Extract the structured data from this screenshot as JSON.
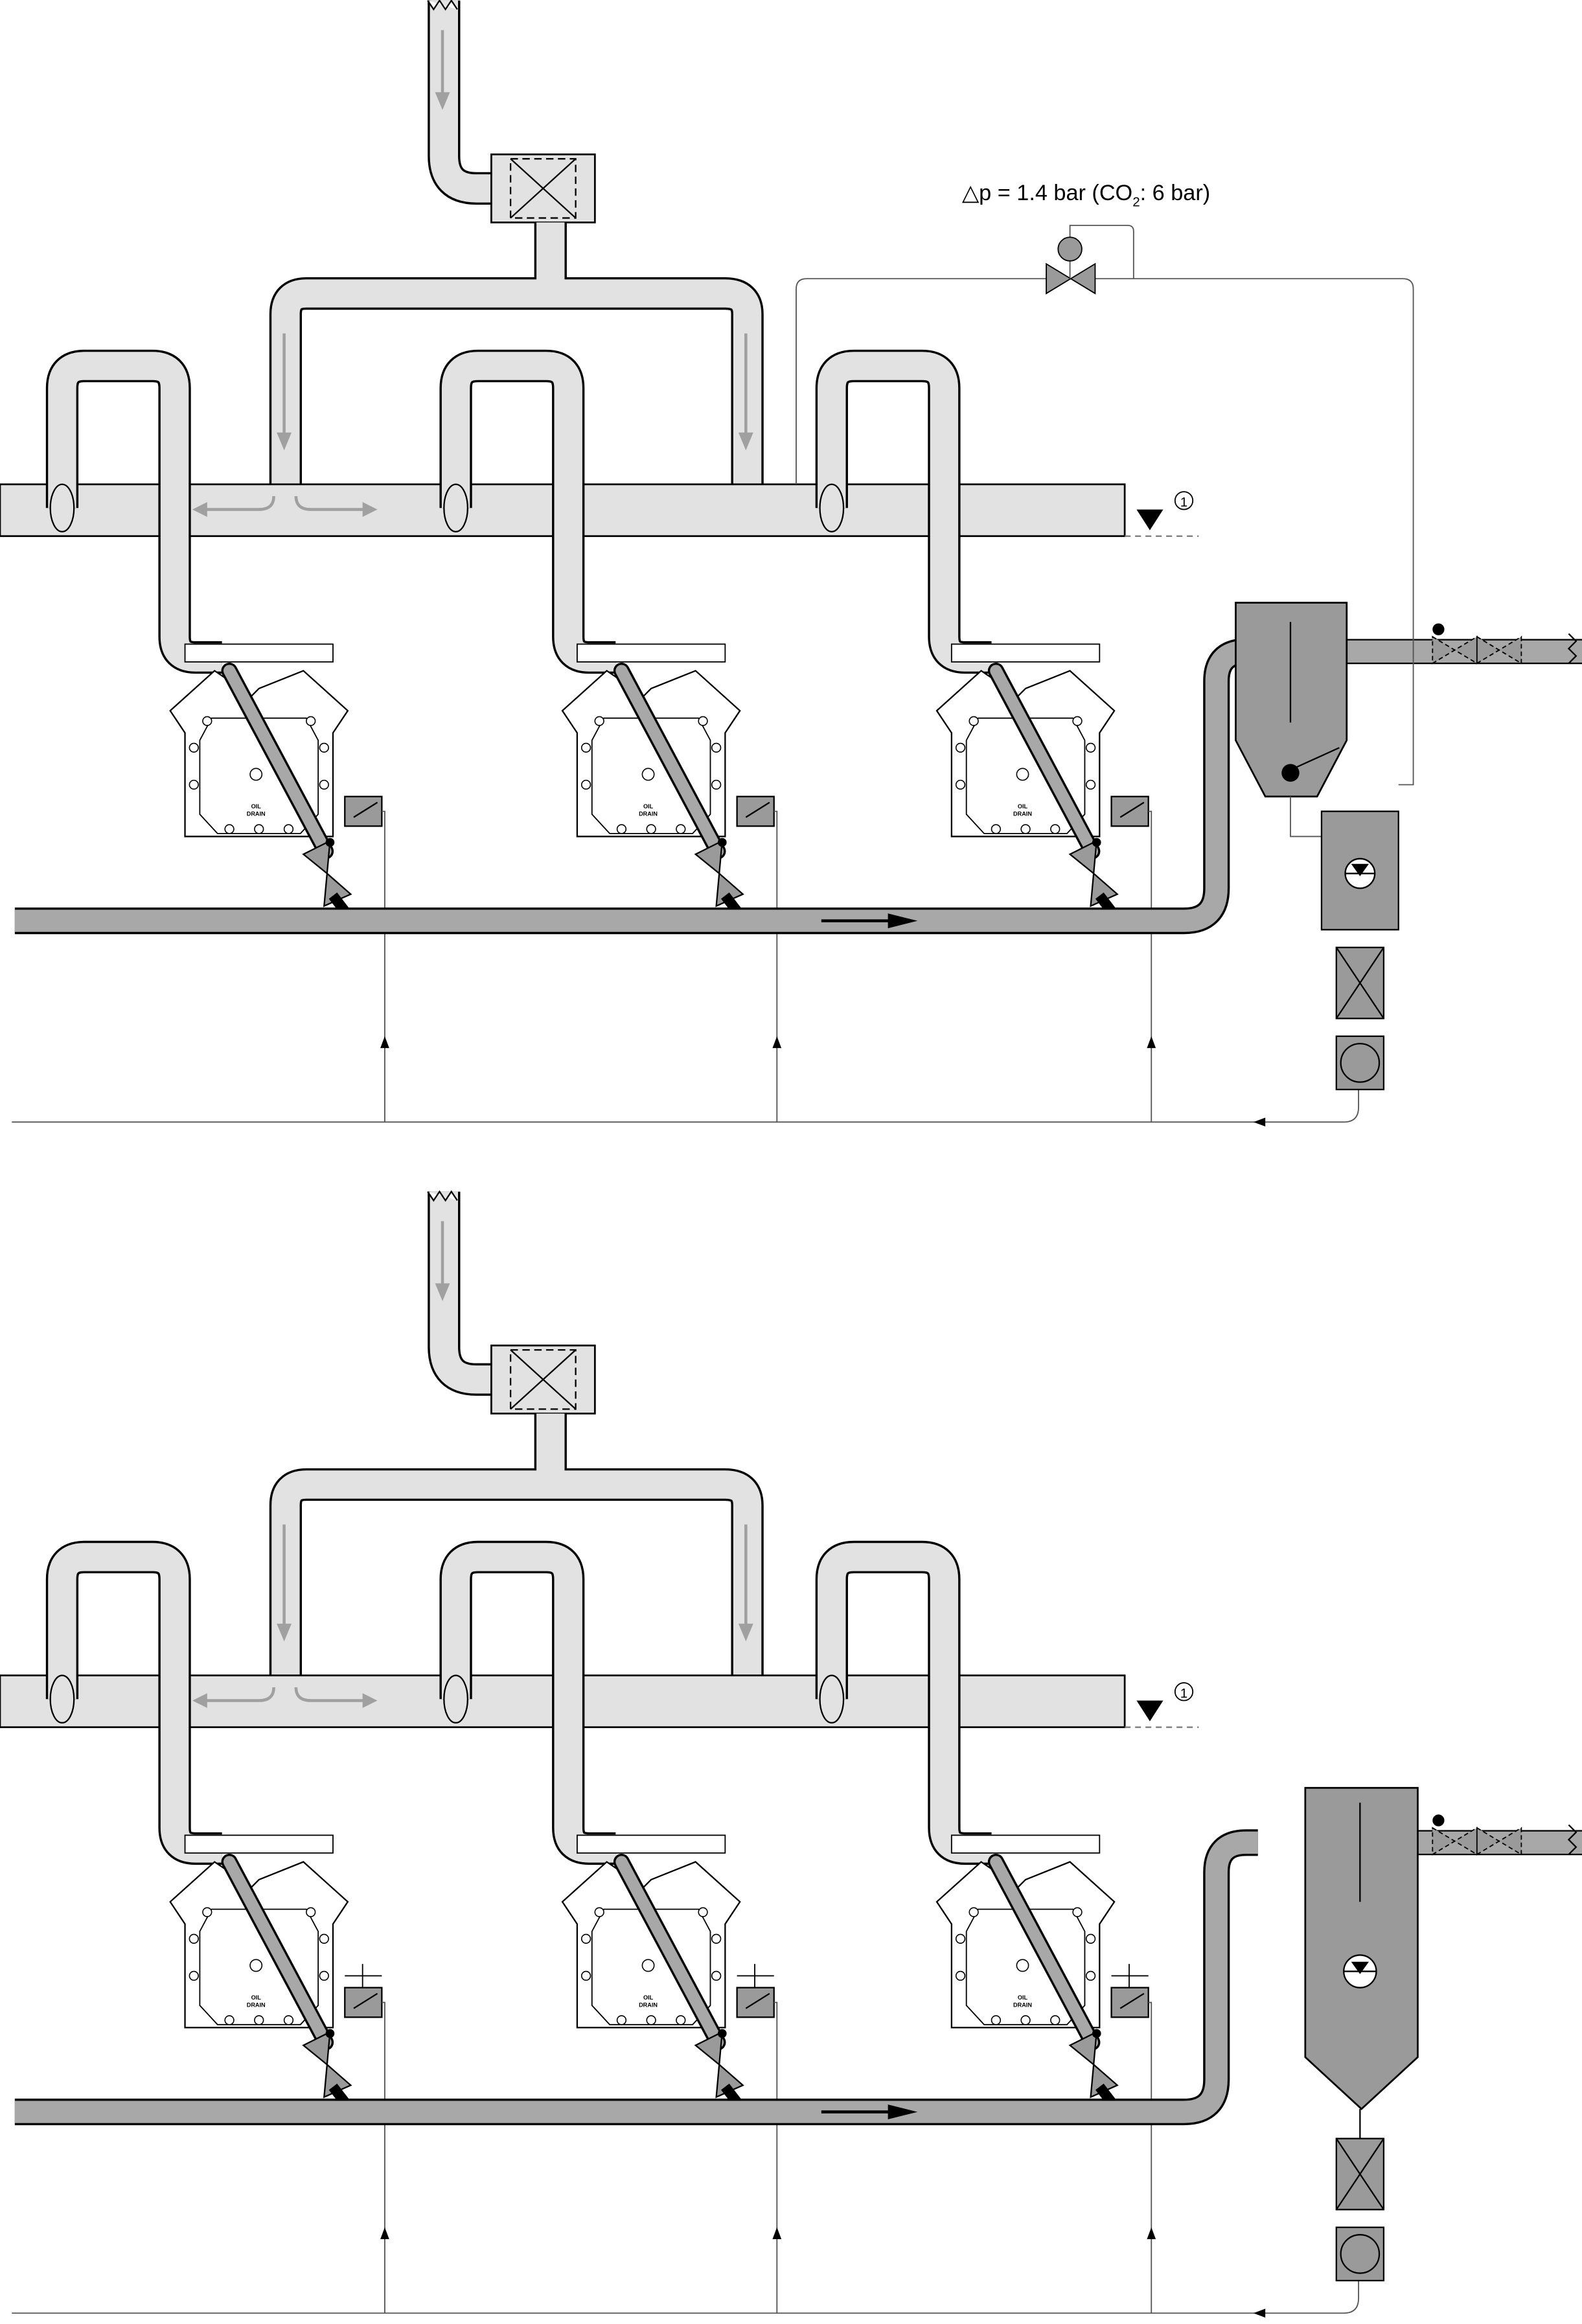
{
  "diagram": {
    "pressure_label": {
      "prefix": "△p = 1.4 bar (CO",
      "sub": "2",
      "suffix": ": 6 bar)"
    },
    "level_marker": "1",
    "compressor_label": {
      "line1": "OIL",
      "line2": "DRAIN"
    },
    "colors": {
      "light_pipe": "#e2e2e2",
      "dark_pipe": "#a8a8a8",
      "component": "#9a9a9a",
      "line": "#000000",
      "thin_line": "#555555",
      "flow_arrow": "#a0a0a0"
    }
  }
}
